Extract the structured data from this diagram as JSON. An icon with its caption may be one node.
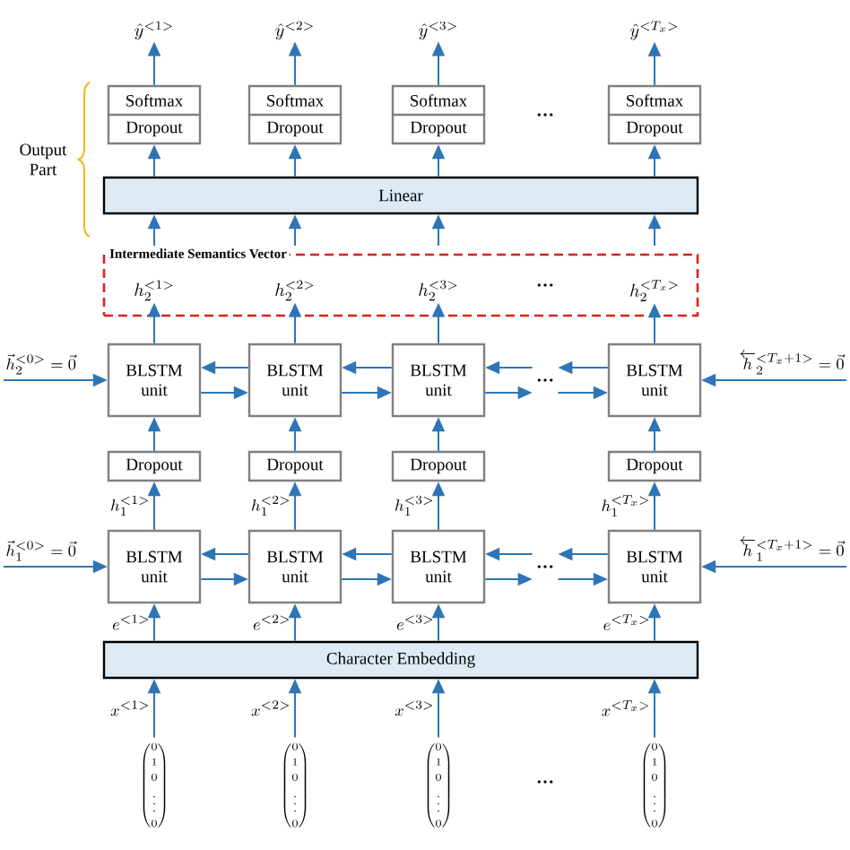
{
  "diagram": {
    "nodes": [
      {
        "text": [
          "\\hat{y}^{<1>}"
        ]
      },
      {
        "text": [
          "\\hat{y}^{<2>}"
        ]
      },
      {
        "text": [
          "\\hat{y}^{<3>}"
        ]
      },
      {
        "text": [
          "\\hat{y}^{<T_x>}"
        ]
      },
      {
        "text": [
          "Softmax",
          "Dropout"
        ]
      },
      {
        "text": [
          "Softmax",
          "Dropout"
        ]
      },
      {
        "text": [
          "Softmax",
          "Dropout"
        ]
      },
      {
        "text": [
          "Softmax",
          "Dropout"
        ]
      },
      {
        "text": [
          "Linear"
        ]
      },
      {
        "text": [
          "Intermediate Semantics Vector"
        ]
      },
      {
        "text": [
          "h_2^{<1>}"
        ],
        "in": 9
      },
      {
        "text": [
          "h_2^{<2>}"
        ],
        "in": 9
      },
      {
        "text": [
          "h_2^{<3>}"
        ],
        "in": 9
      },
      {
        "text": [
          "h_2^{<T_x>}"
        ],
        "in": 9
      },
      {
        "text": [
          "BLSTM unit"
        ]
      },
      {
        "text": [
          "BLSTM unit"
        ]
      },
      {
        "text": [
          "BLSTM unit"
        ]
      },
      {
        "text": [
          "BLSTM unit"
        ]
      },
      {
        "text": [
          "Dropout"
        ]
      },
      {
        "text": [
          "Dropout"
        ]
      },
      {
        "text": [
          "Dropout"
        ]
      },
      {
        "text": [
          "Dropout"
        ]
      },
      {
        "text": [
          "BLSTM unit"
        ]
      },
      {
        "text": [
          "BLSTM unit"
        ]
      },
      {
        "text": [
          "BLSTM unit"
        ]
      },
      {
        "text": [
          "BLSTM unit"
        ]
      },
      {
        "text": [
          "Character Embedding"
        ]
      },
      {
        "text": [
          "\\begin{pmatrix}0\\\\1\\\\0\\\\\\vdots\\\\0\\end{pmatrix}"
        ]
      },
      {
        "text": [
          "\\begin{pmatrix}0\\\\1\\\\0\\\\\\vdots\\\\0\\end{pmatrix}"
        ]
      },
      {
        "text": [
          "\\begin{pmatrix}0\\\\1\\\\0\\\\\\vdots\\\\0\\end{pmatrix}"
        ]
      },
      {
        "text": [
          "\\begin{pmatrix}0\\\\1\\\\0\\\\\\vdots\\\\0\\end{pmatrix}"
        ]
      },
      {
        "text": [
          "…"
        ]
      },
      {
        "text": [
          "…"
        ]
      }
    ],
    "edges": [
      {
        "from": 4,
        "to": 0,
        "arrow": "to"
      },
      {
        "from": 5,
        "to": 1,
        "arrow": "to"
      },
      {
        "from": 6,
        "to": 2,
        "arrow": "to"
      },
      {
        "from": 7,
        "to": 3,
        "arrow": "to"
      },
      {
        "from": 8,
        "to": 4,
        "arrow": "to"
      },
      {
        "from": 8,
        "to": 5,
        "arrow": "to"
      },
      {
        "from": 8,
        "to": 6,
        "arrow": "to"
      },
      {
        "from": 8,
        "to": 7,
        "arrow": "to"
      },
      {
        "from": 10,
        "to": 8,
        "arrow": "to"
      },
      {
        "from": 11,
        "to": 8,
        "arrow": "to"
      },
      {
        "from": 12,
        "to": 8,
        "arrow": "to"
      },
      {
        "from": 13,
        "to": 8,
        "arrow": "to"
      },
      {
        "from": 14,
        "to": 10,
        "arrow": "to"
      },
      {
        "from": 15,
        "to": 11,
        "arrow": "to"
      },
      {
        "from": 16,
        "to": 12,
        "arrow": "to"
      },
      {
        "from": 17,
        "to": 13,
        "arrow": "to"
      },
      {
        "from": null,
        "to": 14,
        "arrow": "to",
        "label": "\\vec{h}_2^{<0>}=\\vec{0}"
      },
      {
        "from": 15,
        "to": 14,
        "arrow": "to"
      },
      {
        "from": 14,
        "to": 15,
        "arrow": "to"
      },
      {
        "from": 16,
        "to": 15,
        "arrow": "to"
      },
      {
        "from": 15,
        "to": 16,
        "arrow": "to"
      },
      {
        "from": 31,
        "to": 16,
        "arrow": "to"
      },
      {
        "from": 16,
        "to": 31,
        "arrow": "to"
      },
      {
        "from": 17,
        "to": 31,
        "arrow": "to"
      },
      {
        "from": 31,
        "to": 17,
        "arrow": "to"
      },
      {
        "from": null,
        "to": 17,
        "arrow": "to",
        "label": "\\overleftarrow{h}_2^{<T_x+1>}=\\vec{0}"
      },
      {
        "from": 18,
        "to": 14,
        "arrow": "to"
      },
      {
        "from": 19,
        "to": 15,
        "arrow": "to"
      },
      {
        "from": 20,
        "to": 16,
        "arrow": "to"
      },
      {
        "from": 21,
        "to": 17,
        "arrow": "to"
      },
      {
        "from": 22,
        "to": 18,
        "arrow": "to",
        "label": "h_1^{<1>}"
      },
      {
        "from": 23,
        "to": 19,
        "arrow": "to",
        "label": "h_1^{<2>}"
      },
      {
        "from": 24,
        "to": 20,
        "arrow": "to",
        "label": "h_1^{<3>}"
      },
      {
        "from": 25,
        "to": 21,
        "arrow": "to",
        "label": "h_1^{<T_x>}"
      },
      {
        "from": null,
        "to": 22,
        "arrow": "to",
        "label": "\\vec{h}_1^{<0>}=\\vec{0}"
      },
      {
        "from": 23,
        "to": 22,
        "arrow": "to"
      },
      {
        "from": 22,
        "to": 23,
        "arrow": "to"
      },
      {
        "from": 24,
        "to": 23,
        "arrow": "to"
      },
      {
        "from": 23,
        "to": 24,
        "arrow": "to"
      },
      {
        "from": 32,
        "to": 24,
        "arrow": "to"
      },
      {
        "from": 24,
        "to": 32,
        "arrow": "to"
      },
      {
        "from": 25,
        "to": 32,
        "arrow": "to"
      },
      {
        "from": 32,
        "to": 25,
        "arrow": "to"
      },
      {
        "from": null,
        "to": 25,
        "arrow": "to",
        "label": "\\overleftarrow{h}_1^{<T_x+1>}=\\vec{0}"
      },
      {
        "from": 26,
        "to": 22,
        "arrow": "to",
        "label": "e^{<1>}"
      },
      {
        "from": 26,
        "to": 23,
        "arrow": "to",
        "label": "e^{<2>}"
      },
      {
        "from": 26,
        "to": 24,
        "arrow": "to",
        "label": "e^{<3>}"
      },
      {
        "from": 26,
        "to": 25,
        "arrow": "to",
        "label": "e^{<T_x>}"
      },
      {
        "from": 27,
        "to": 26,
        "arrow": "to",
        "label": "x^{<1>}"
      },
      {
        "from": 28,
        "to": 26,
        "arrow": "to",
        "label": "x^{<2>}"
      },
      {
        "from": 29,
        "to": 26,
        "arrow": "to",
        "label": "x^{<3>}"
      },
      {
        "from": 30,
        "to": 26,
        "arrow": "to",
        "label": "x^{<T_x>}"
      }
    ],
    "labels": [
      "Output Part",
      "…",
      "…",
      "…"
    ]
  }
}
